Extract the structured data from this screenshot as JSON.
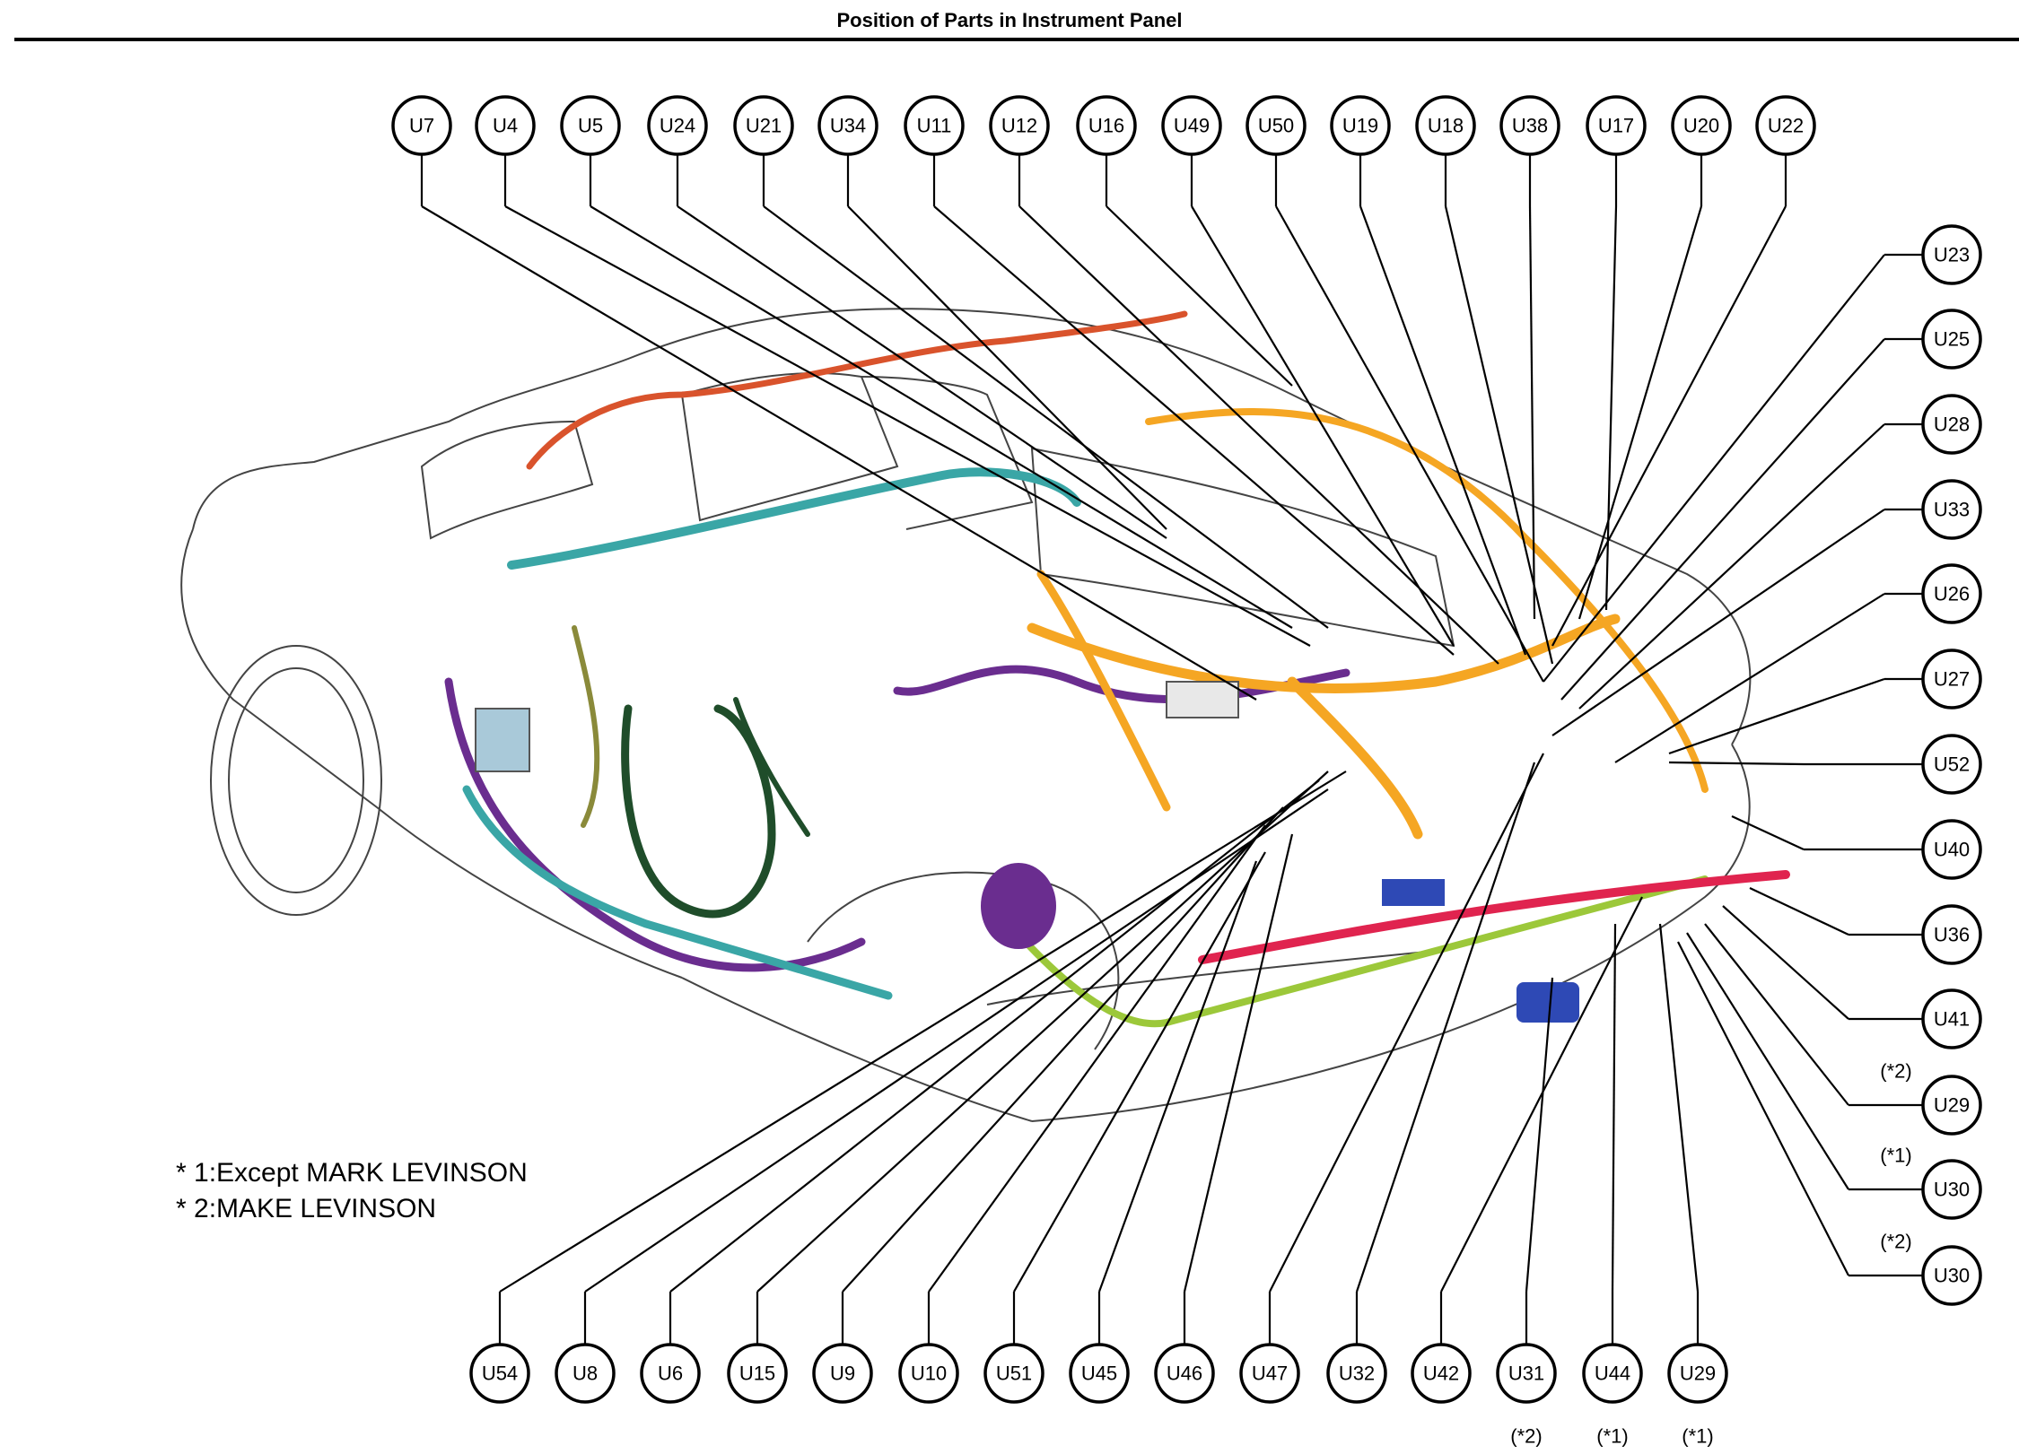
{
  "title": "Position of Parts in Instrument Panel",
  "legend": [
    "* 1:Except MARK LEVINSON",
    "* 2:MAKE LEVINSON"
  ],
  "colors": {
    "purple_harness": "#6a2d8f",
    "teal_harness": "#3aa6a6",
    "orange_harness": "#f5a623",
    "red_orange_harness": "#d9532c",
    "dark_green_harness": "#1f4d2a",
    "lime_harness": "#9cc83a",
    "red_harness": "#e0244f",
    "blue_module": "#2e49b5",
    "olive_harness": "#8a8a3a"
  },
  "callouts": {
    "top": [
      "U7",
      "U4",
      "U5",
      "U24",
      "U21",
      "U34",
      "U11",
      "U12",
      "U16",
      "U49",
      "U50",
      "U19",
      "U18",
      "U38",
      "U17",
      "U20",
      "U22"
    ],
    "right": [
      {
        "label": "U23"
      },
      {
        "label": "U25"
      },
      {
        "label": "U28"
      },
      {
        "label": "U33"
      },
      {
        "label": "U26"
      },
      {
        "label": "U27"
      },
      {
        "label": "U52"
      },
      {
        "label": "U40"
      },
      {
        "label": "U36"
      },
      {
        "label": "U41"
      },
      {
        "label": "U29",
        "note": "(*2)"
      },
      {
        "label": "U30",
        "note": "(*1)"
      },
      {
        "label": "U30",
        "note": "(*2)"
      }
    ],
    "bottom": [
      {
        "label": "U54"
      },
      {
        "label": "U8"
      },
      {
        "label": "U6"
      },
      {
        "label": "U15"
      },
      {
        "label": "U9"
      },
      {
        "label": "U10"
      },
      {
        "label": "U51"
      },
      {
        "label": "U45"
      },
      {
        "label": "U46"
      },
      {
        "label": "U47"
      },
      {
        "label": "U32"
      },
      {
        "label": "U42"
      },
      {
        "label": "U31",
        "note": "(*2)"
      },
      {
        "label": "U44",
        "note": "(*1)"
      },
      {
        "label": "U29",
        "note": "(*1)"
      }
    ]
  }
}
